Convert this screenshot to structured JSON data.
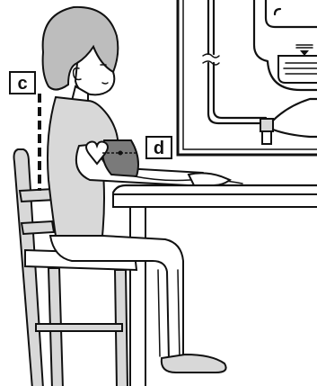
{
  "labels": {
    "c": "c",
    "d": "d"
  },
  "colors": {
    "line": "#111111",
    "shade_light": "#d8d8d8",
    "shade_mid": "#bdbdbd",
    "shade_dark": "#7a7a7a",
    "background": "#ffffff"
  },
  "icons": {
    "heart": "heart-icon",
    "monitor_inset": "blood-pressure-monitor-inset"
  }
}
